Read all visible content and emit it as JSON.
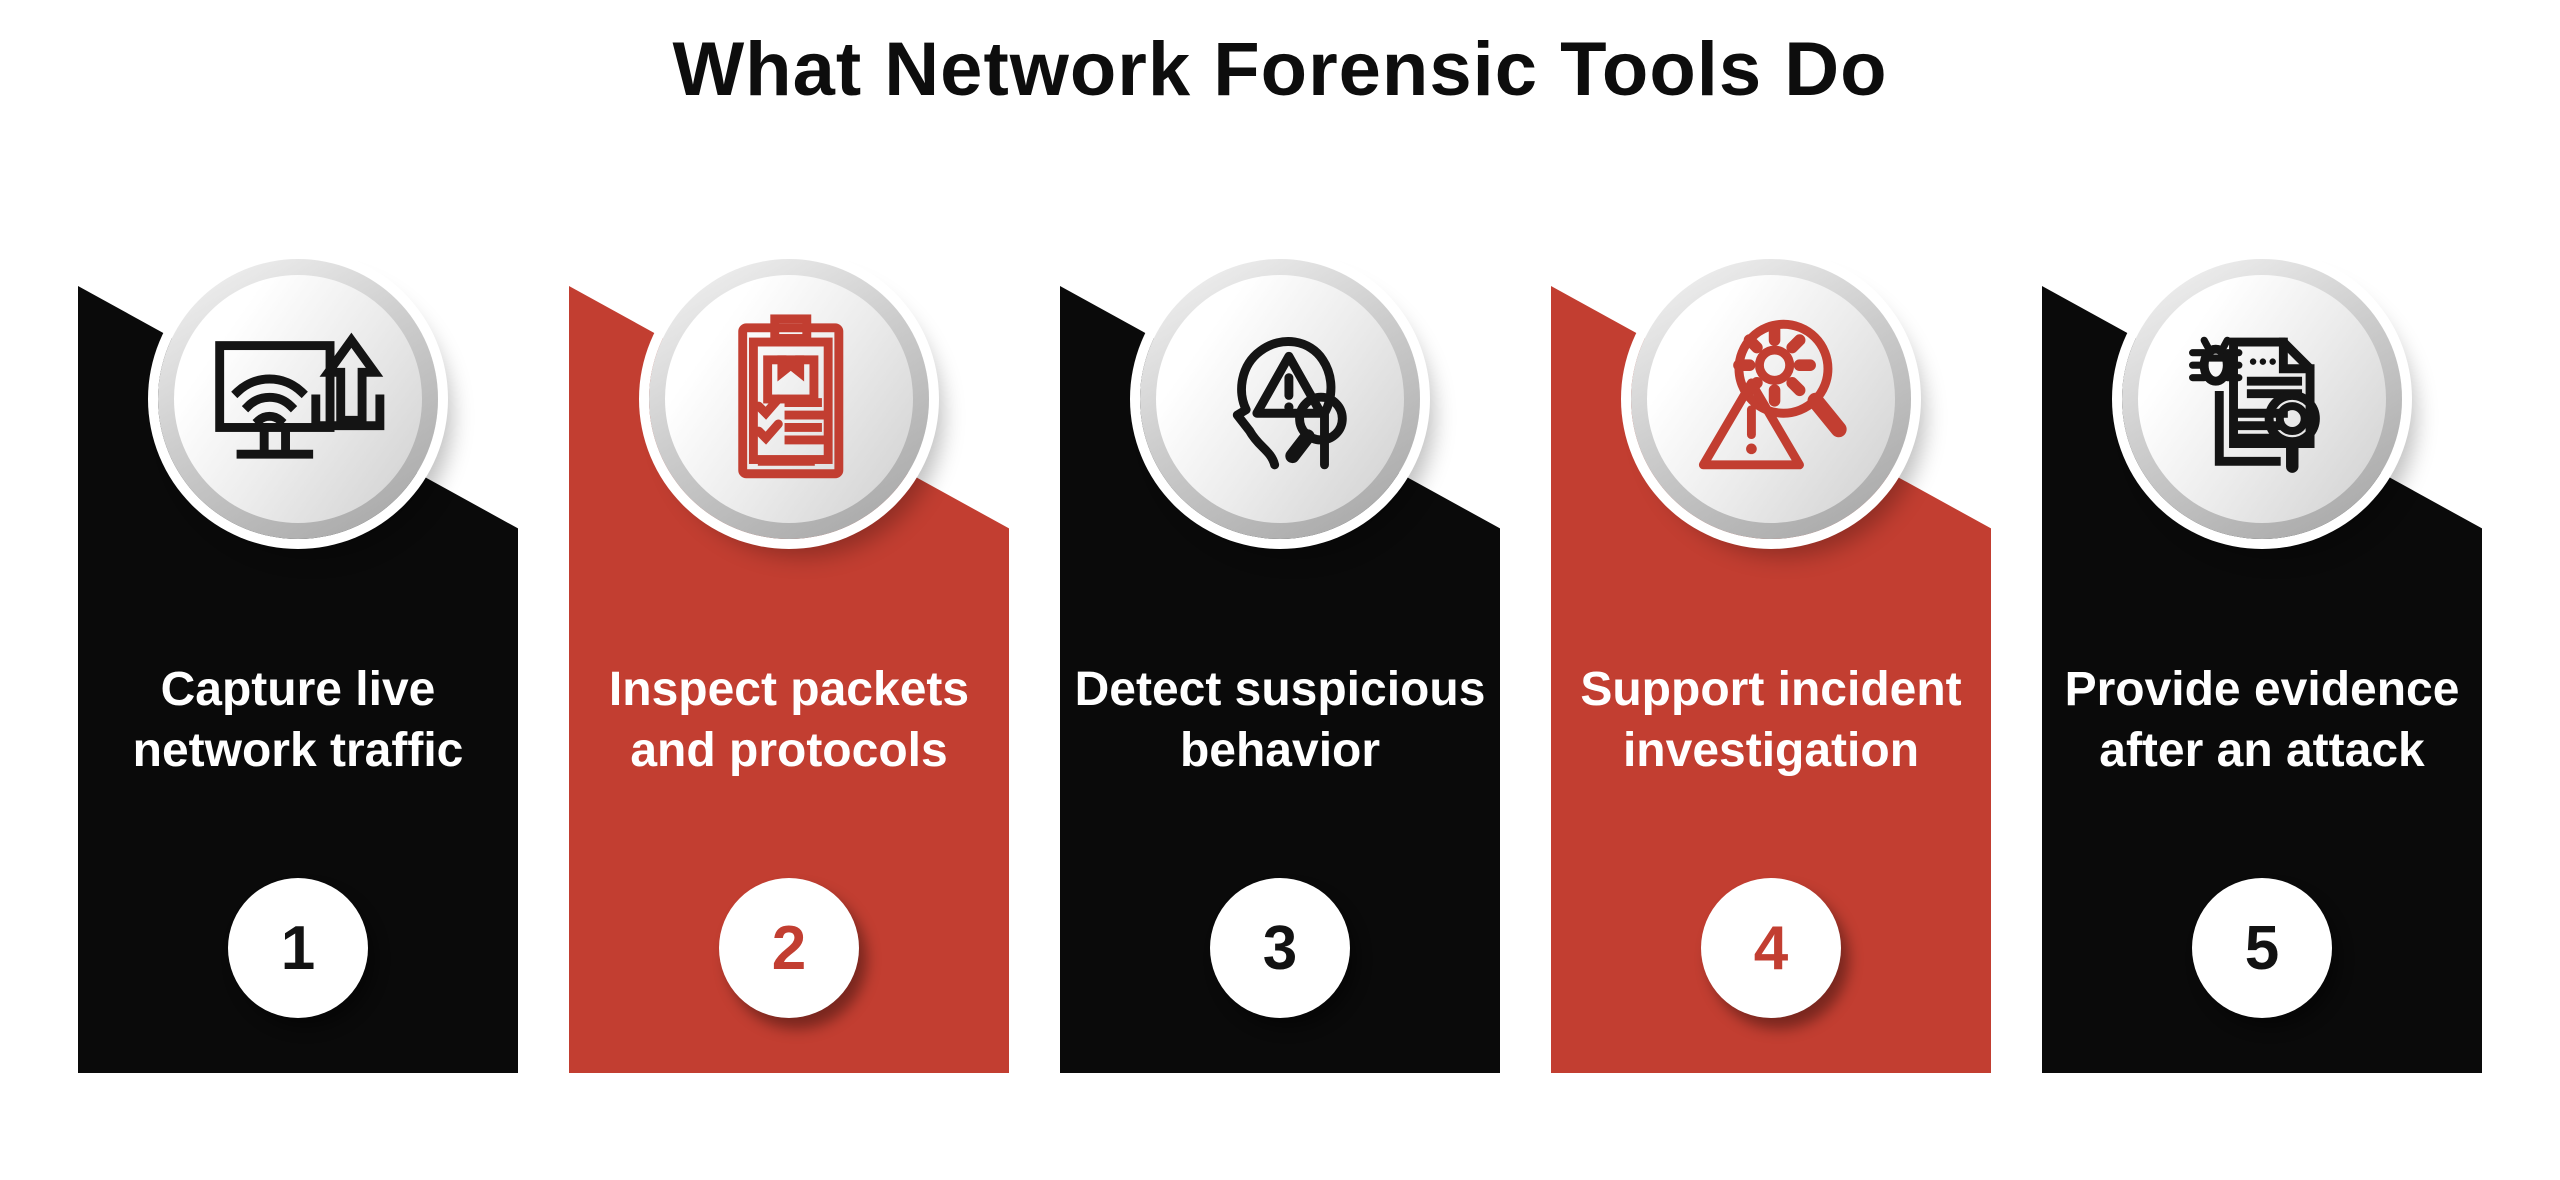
{
  "title": "What Network Forensic Tools Do",
  "colors": {
    "black_card": "#0a0a0a",
    "red_card": "#c23e31",
    "card_text": "#ffffff",
    "title_text": "#0d0d0d",
    "number_on_black": "#121212",
    "number_on_red": "#c23e31",
    "circle_silver_light": "#ffffff",
    "circle_silver_dark": "#a3a3a3"
  },
  "cards": [
    {
      "number": "1",
      "theme": "black",
      "icon": "monitor-wifi-upload-icon",
      "label": "Capture live network traffic",
      "lines": [
        "Capture live",
        "network traffic"
      ]
    },
    {
      "number": "2",
      "theme": "red",
      "icon": "clipboard-checklist-icon",
      "label": "Inspect packets and protocols",
      "lines": [
        "Inspect packets",
        "and protocols"
      ]
    },
    {
      "number": "3",
      "theme": "black",
      "icon": "head-alert-magnifier-icon",
      "label": "Detect suspicious behavior",
      "lines": [
        "Detect suspicious",
        "behavior"
      ]
    },
    {
      "number": "4",
      "theme": "red",
      "icon": "gear-magnifier-alert-icon",
      "label": "Support incident investigation",
      "lines": [
        "Support incident",
        "investigation"
      ]
    },
    {
      "number": "5",
      "theme": "black",
      "icon": "document-bug-magnifier-icon",
      "label": "Provide evidence after an attack",
      "lines": [
        "Provide evidence",
        "after an attack"
      ]
    }
  ]
}
